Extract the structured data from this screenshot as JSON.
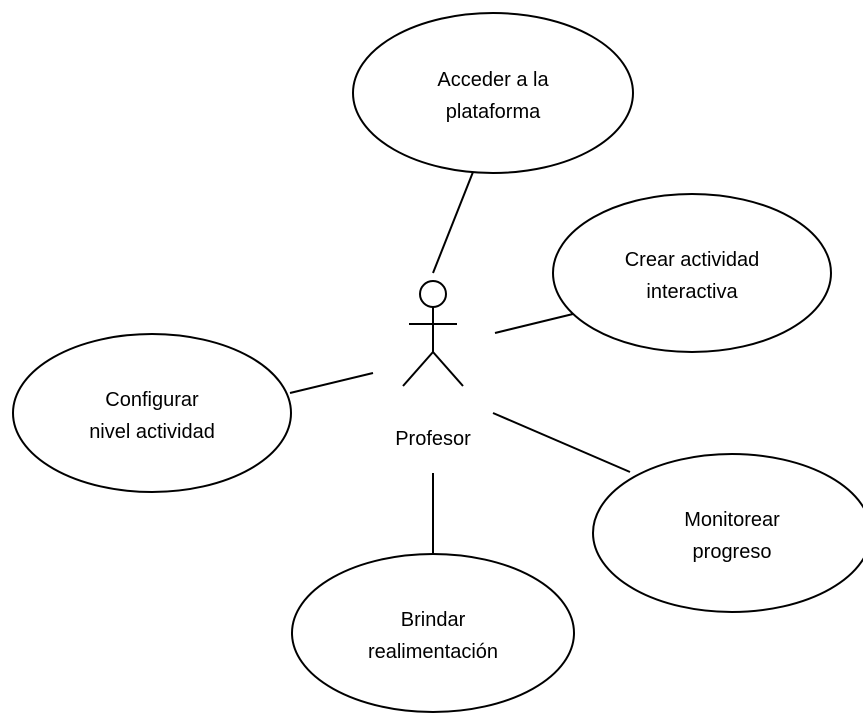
{
  "diagram": {
    "type": "uml-use-case",
    "actor": {
      "name": "Profesor"
    },
    "use_cases": [
      {
        "id": "acceder",
        "lines": [
          "Acceder a la",
          "plataforma"
        ]
      },
      {
        "id": "crear",
        "lines": [
          "Crear actividad",
          "interactiva"
        ]
      },
      {
        "id": "configurar",
        "lines": [
          "Configurar",
          "nivel actividad"
        ]
      },
      {
        "id": "monitorear",
        "lines": [
          "Monitorear",
          "progreso"
        ]
      },
      {
        "id": "brindar",
        "lines": [
          "Brindar",
          "realimentación"
        ]
      }
    ],
    "colors": {
      "stroke": "#000000",
      "fill": "#ffffff",
      "background": "#ffffff"
    }
  }
}
